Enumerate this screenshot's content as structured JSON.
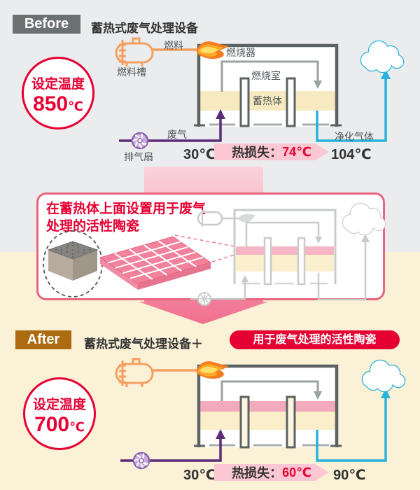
{
  "before": {
    "badge": "Before",
    "title": "蓄热式废气处理设备",
    "set_temp": {
      "label": "设定温度",
      "value": "850",
      "unit": "℃"
    },
    "labels": {
      "fuel": "燃料",
      "fuel_tank": "燃料槽",
      "burner": "燃烧器",
      "combustion_chamber": "燃烧室",
      "heat_storage": "蓄热体",
      "waste_gas": "废气",
      "exhaust_fan": "排气扇",
      "purified_gas": "净化气体"
    },
    "temps": {
      "inlet": "30℃",
      "loss_label": "热损失：",
      "loss_value": "74℃",
      "outlet": "104℃"
    }
  },
  "middle": {
    "note_line1": "在蓄热体上面设置用于废气",
    "note_line2": "处理的活性陶瓷"
  },
  "after": {
    "badge": "After",
    "title": "蓄热式废气处理设备＋",
    "pill": "用于废气处理的活性陶瓷",
    "set_temp": {
      "label": "设定温度",
      "value": "700",
      "unit": "℃"
    },
    "temps": {
      "inlet": "30℃",
      "loss_label": "热损失：",
      "loss_value": "60℃",
      "outlet": "90℃"
    }
  },
  "icons": {
    "fuel_tank": "fuel-tank-icon",
    "flame": "flame-icon",
    "exhaust_fan": "fan-icon",
    "cloud": "cloud-icon",
    "ceramic_block": "ceramic-block-photo",
    "ceramic_mat": "ceramic-tile-mat"
  },
  "colors": {
    "bg_top": "#ebeced",
    "bg_bottom": "#fbf1d6",
    "crimson": "#e60033",
    "pill_red": "#e50033",
    "before_badge": "#6b7171",
    "after_badge": "#ac6b11",
    "orange": "#f5a061",
    "purple": "#5c2c77",
    "cyan": "#29b2dd",
    "yellow_band": "#f7eac1",
    "pink_band": "#f3aabc",
    "loss_arrow_pink": "#fbc7d3",
    "big_arrow_pink": "#f1708e",
    "wall_gray": "#5b6262"
  }
}
